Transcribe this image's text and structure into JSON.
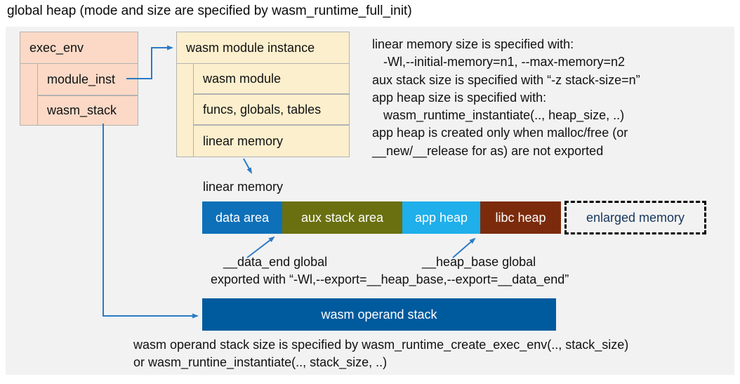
{
  "title": "global heap (mode and size are specified by wasm_runtime_full_init)",
  "exec_env_box": {
    "header": "exec_env",
    "fields": [
      "module_inst",
      "wasm_stack"
    ]
  },
  "module_instance_box": {
    "header": "wasm module instance",
    "fields": [
      "wasm module",
      "funcs, globals, tables",
      "linear memory"
    ]
  },
  "notes_top": {
    "lines": [
      "linear memory size is specified with:",
      "-Wl,--initial-memory=n1, --max-memory=n2",
      "aux stack size is specified with “-z stack-size=n”",
      "app heap size is specified with:",
      "wasm_runtime_instantiate(.., heap_size, ..)",
      "app heap is created only when malloc/free (or",
      "__new/__release for as) are not exported"
    ]
  },
  "linear_memory": {
    "label": "linear memory",
    "segments": [
      {
        "label": "data area",
        "color": "#0d70b8"
      },
      {
        "label": "aux stack area",
        "color": "#6a7010"
      },
      {
        "label": "app heap",
        "color": "#1fafea"
      },
      {
        "label": "libc heap",
        "color": "#7b2b0c"
      },
      {
        "label": "enlarged memory",
        "color": "transparent"
      }
    ]
  },
  "annotations": {
    "data_end_label": "__data_end global",
    "heap_base_label": "__heap_base global",
    "export_line": "exported with “-Wl,--export=__heap_base,--export=__data_end”"
  },
  "operand_stack": {
    "label": "wasm operand stack",
    "color": "#005a9e"
  },
  "notes_bottom": {
    "lines": [
      "wasm operand stack size is specified by wasm_runtime_create_exec_env(.., stack_size)",
      "or wasm_runtine_instantiate(.., stack_size, ..)"
    ]
  },
  "colors": {
    "arrow": "#2b7bc7",
    "panel_bg": "#f2f2f2",
    "box_pink": "#fbd9c6",
    "box_cream": "#fcefcd",
    "box_border": "#b2b2b2",
    "enlarged_text": "#17365d"
  }
}
